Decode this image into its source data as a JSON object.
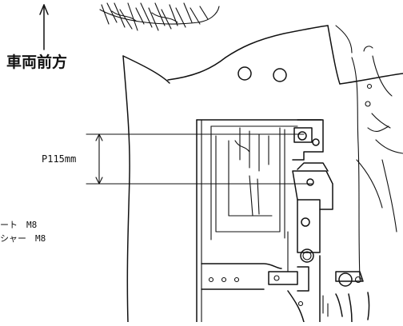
{
  "labels": {
    "direction": "車両前方",
    "pitch": "P115mm",
    "bolt_line1": "ート　M8",
    "bolt_line2": "シャー　M8"
  },
  "colors": {
    "ink": "#111111",
    "background": "#ffffff"
  }
}
